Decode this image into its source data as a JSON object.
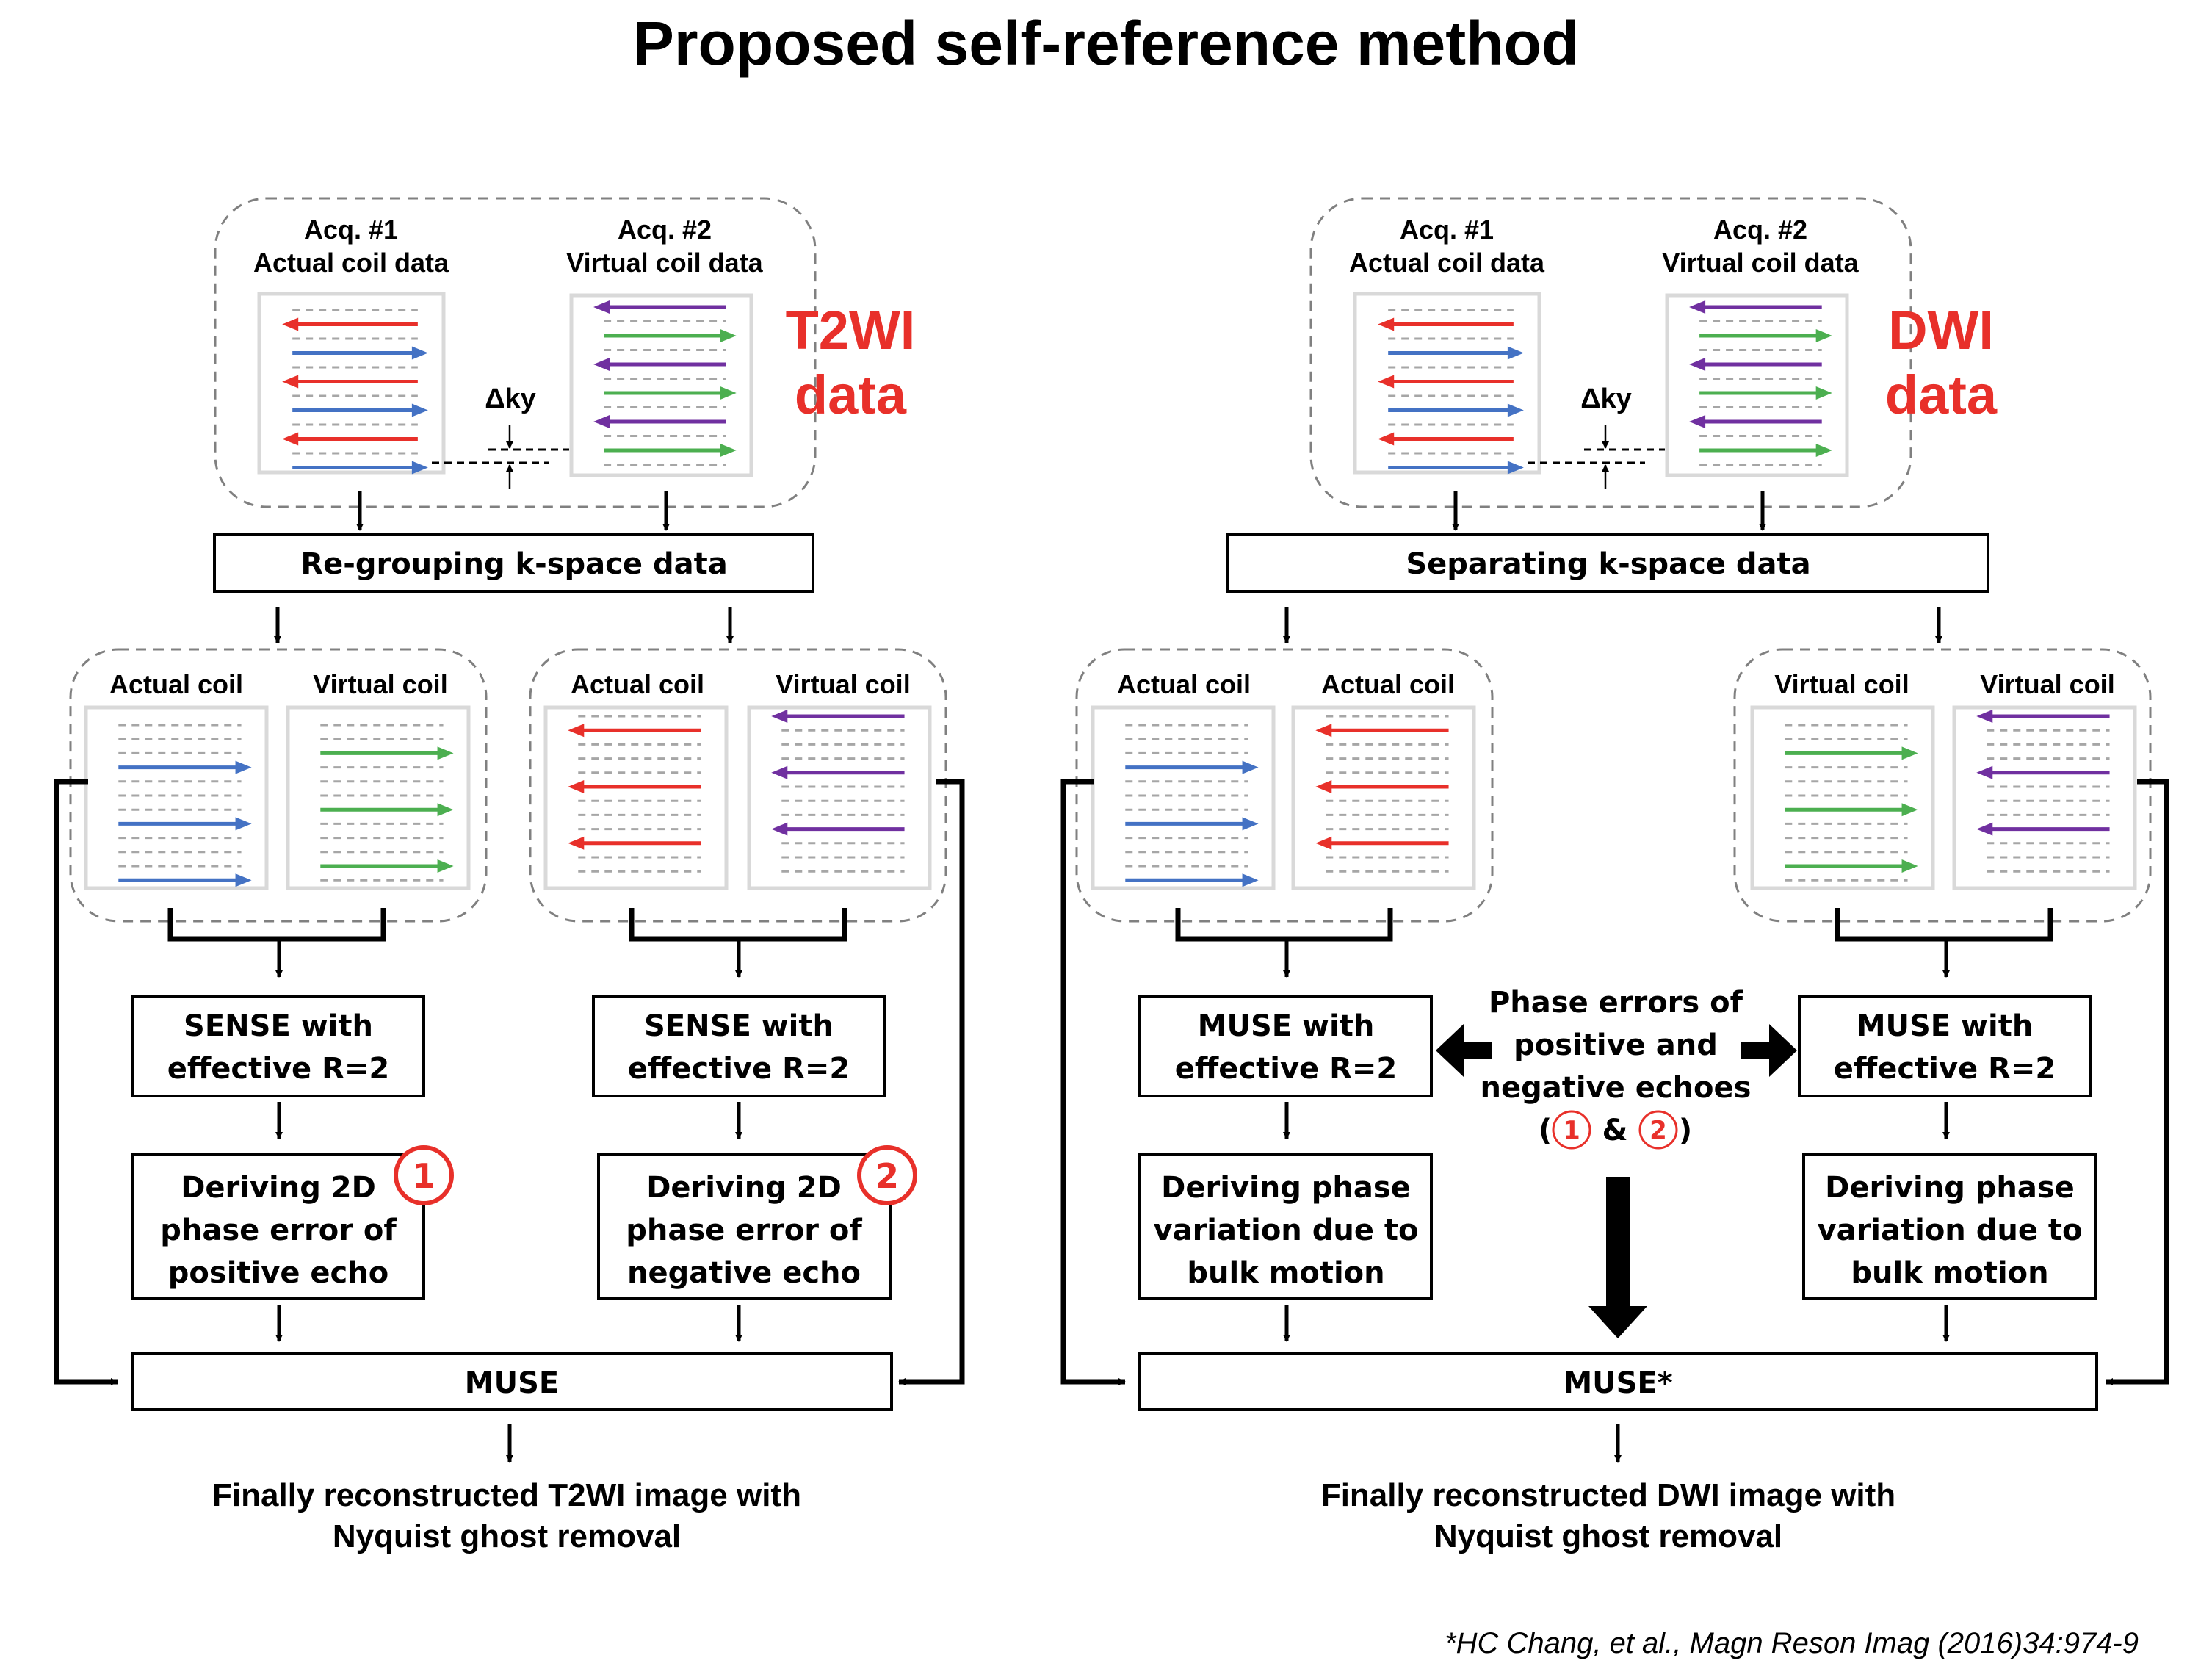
{
  "title": "Proposed self-reference method",
  "colors": {
    "positive_echo_actual": "#4472c4",
    "negative_echo_actual": "#e8302a",
    "positive_echo_virtual": "#4caf50",
    "negative_echo_virtual": "#7030a0",
    "sampling_line": "#a6a6a6",
    "panel_border": "#d9d9d9",
    "group_border": "#808080",
    "highlight": "#e8302a"
  },
  "left": {
    "acq1": {
      "line1": "Acq. #1",
      "line2": "Actual coil data"
    },
    "acq2": {
      "line1": "Acq. #2",
      "line2": "Virtual coil data"
    },
    "delta_ky": "Δky",
    "data_label": {
      "line1": "T2WI",
      "line2": "data"
    },
    "step1": "Re-grouping k-space data",
    "groups": [
      {
        "labels": [
          "Actual coil",
          "Virtual coil"
        ]
      },
      {
        "labels": [
          "Actual coil",
          "Virtual coil"
        ]
      }
    ],
    "recon": [
      {
        "line1": "SENSE with",
        "line2": "effective R=2"
      },
      {
        "line1": "SENSE with",
        "line2": "effective R=2"
      }
    ],
    "derive": [
      {
        "line1": "Deriving 2D",
        "line2": "phase error of",
        "line3": "positive echo",
        "marker": "1"
      },
      {
        "line1": "Deriving 2D",
        "line2": "phase error of",
        "line3": "negative echo",
        "marker": "2"
      }
    ],
    "final_step": "MUSE",
    "result": {
      "line1": "Finally reconstructed T2WI image with",
      "line2": "Nyquist ghost removal"
    }
  },
  "right": {
    "acq1": {
      "line1": "Acq. #1",
      "line2": "Actual coil data"
    },
    "acq2": {
      "line1": "Acq. #2",
      "line2": "Virtual coil data"
    },
    "delta_ky": "Δky",
    "data_label": {
      "line1": "DWI",
      "line2": "data"
    },
    "step1": "Separating k-space data",
    "groups": [
      {
        "labels": [
          "Actual coil",
          "Actual coil"
        ]
      },
      {
        "labels": [
          "Virtual coil",
          "Virtual coil"
        ]
      }
    ],
    "recon": [
      {
        "line1": "MUSE with",
        "line2": "effective R=2"
      },
      {
        "line1": "MUSE with",
        "line2": "effective R=2"
      }
    ],
    "phase_errors": {
      "line1": "Phase errors of",
      "line2": "positive and",
      "line3": "negative echoes",
      "open": "(",
      "marker1": "1",
      "amp": "&",
      "marker2": "2",
      "close": ")"
    },
    "derive": [
      {
        "line1": "Deriving phase",
        "line2": "variation due to",
        "line3": "bulk motion"
      },
      {
        "line1": "Deriving phase",
        "line2": "variation due to",
        "line3": "bulk motion"
      }
    ],
    "final_step": "MUSE*",
    "result": {
      "line1": "Finally reconstructed DWI image with",
      "line2": "Nyquist ghost removal"
    }
  },
  "citation": "*HC Chang, et al., Magn Reson Imag (2016)34:974-9"
}
